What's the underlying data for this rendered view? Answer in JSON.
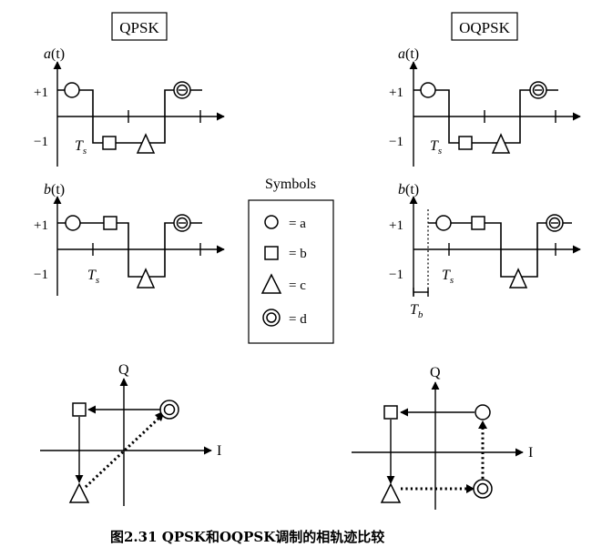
{
  "titles": {
    "left": "QPSK",
    "right": "OQPSK"
  },
  "waveform_labels": {
    "a_f": "a",
    "a_p": "(t)",
    "b_f": "b",
    "b_p": "(t)",
    "plus": "+1",
    "minus": "−1",
    "ts_main": "T",
    "ts_sub": "s",
    "tb_main": "T",
    "tb_sub": "b"
  },
  "legend": {
    "title": "Symbols",
    "entries": [
      {
        "shape": "circle",
        "text": "= a"
      },
      {
        "shape": "square",
        "text": "= b"
      },
      {
        "shape": "triangle",
        "text": "= c"
      },
      {
        "shape": "double-circle",
        "text": "= d"
      }
    ]
  },
  "constellation": {
    "q_label": "Q",
    "i_label": "I"
  },
  "caption": "图2.31 QPSK和OQPSK调制的相轨迹比较"
}
